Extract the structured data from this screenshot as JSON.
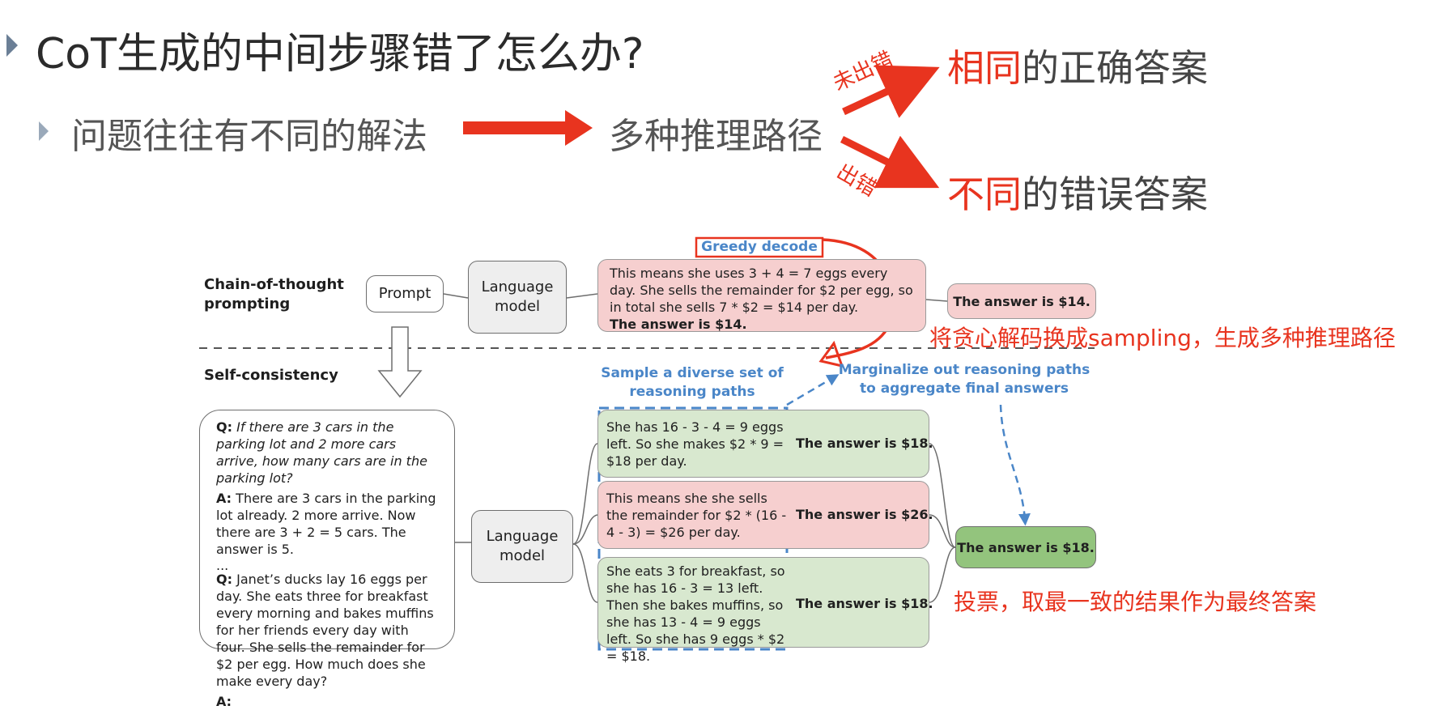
{
  "slide": {
    "title": "CoT生成的中间步骤错了怎么办?",
    "bullet": "问题往往有不同的解法",
    "middle": "多种推理路径",
    "branch_top_label": "未出错",
    "branch_bottom_label": "出错",
    "result_top_red": "相同",
    "result_top_rest": "的正确答案",
    "result_bottom_red": "不同",
    "result_bottom_rest": "的错误答案",
    "note_sampling": "将贪心解码换成sampling，生成多种推理路径",
    "note_vote": "投票，取最一致的结果作为最终答案"
  },
  "diagram": {
    "cot_label_1": "Chain-of-thought",
    "cot_label_2": "prompting",
    "sc_label": "Self-consistency",
    "prompt": "Prompt",
    "lm_1": "Language",
    "lm_2": "model",
    "greedy": "Greedy decode",
    "greedy_text": "This means she uses 3 + 4 = 7 eggs every day. She sells the remainder for $2 per egg, so in total she sells 7 * $2 = $14 per day.",
    "greedy_answer": "The answer is $14.",
    "greedy_result": "The answer is $14.",
    "sample_caption_1": "Sample a diverse set of",
    "sample_caption_2": "reasoning paths",
    "marg_caption_1": "Marginalize out reasoning paths",
    "marg_caption_2": "to aggregate final answers",
    "q_label": "Q:",
    "q1": "If there are 3 cars in the parking lot and 2 more cars arrive, how many cars are in the parking lot?",
    "a_label": "A:",
    "a1": "There are 3 cars in the parking lot already. 2 more arrive. Now there are 3 + 2 = 5 cars. The answer is 5.",
    "ellipsis": "...",
    "q2": "Janet’s ducks lay 16 eggs per day. She eats three for breakfast every morning and bakes muffins for her friends every day with four. She sells the remainder for $2 per egg. How much does she make every day?",
    "a2_label": "A:",
    "paths": [
      {
        "text": "She has 16 - 3 - 4 = 9 eggs left. So she makes $2 * 9 = $18 per day.",
        "answer": "The answer is $18."
      },
      {
        "text": "This means she she sells the remainder for $2 * (16 - 4 - 3) = $26 per day.",
        "answer": "The answer is $26."
      },
      {
        "text": "She eats 3 for breakfast, so she has 16 - 3 = 13 left. Then she bakes muffins, so she has 13 - 4 = 9 eggs left. So she has 9 eggs * $2 = $18.",
        "answer": "The answer is $18."
      }
    ],
    "final_answer": "The answer is $18."
  },
  "colors": {
    "accent_red": "#e8341f",
    "blue": "#4a86c8",
    "pink": "#f6cfcf",
    "green": "#d8e8cf",
    "final_green": "#93c47d"
  }
}
